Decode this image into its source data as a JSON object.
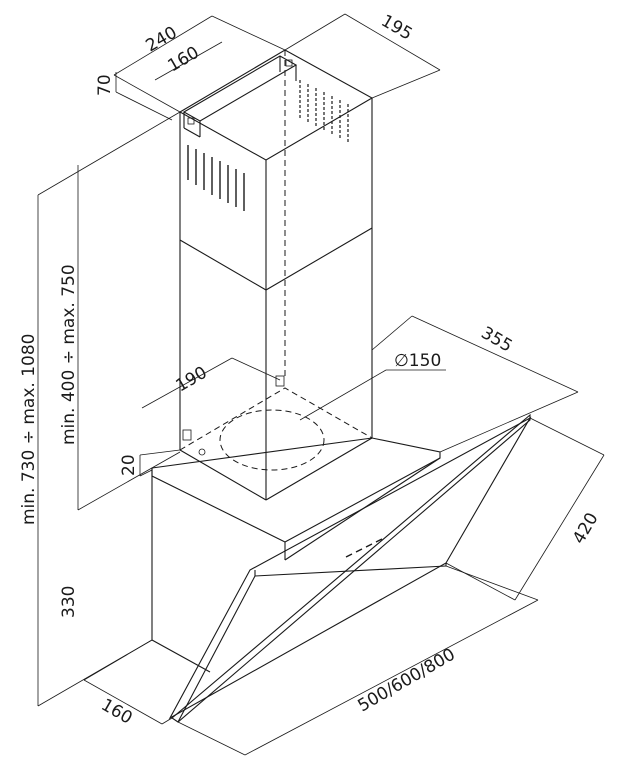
{
  "dimensions": {
    "top_bracket_width": "240",
    "top_bracket_inner": "160",
    "top_depth": "195",
    "top_height": "70",
    "total_height": "min. 730 ÷ max. 1080",
    "chimney_height": "min. 400 ÷ max. 750",
    "base_width": "190",
    "outlet_diameter": "∅150",
    "base_depth": "355",
    "base_height": "20",
    "glass_depth": "420",
    "body_height": "330",
    "wall_offset": "160",
    "hood_width": "500/600/800"
  }
}
